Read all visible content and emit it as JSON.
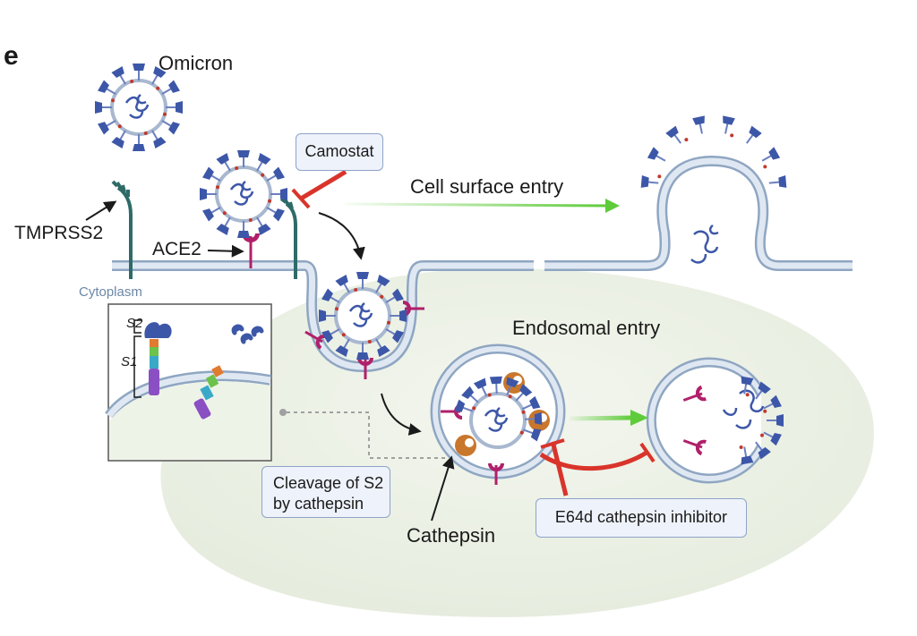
{
  "labels": {
    "panel_letter": "e",
    "omicron": "Omicron",
    "tmprss2": "TMPRSS2",
    "ace2": "ACE2",
    "cytoplasm": "Cytoplasm",
    "cell_surface_entry": "Cell surface entry",
    "endosomal_entry": "Endosomal entry",
    "cathepsin": "Cathepsin",
    "s2": "S2",
    "s1": "S1"
  },
  "boxes": {
    "camostat": "Camostat",
    "cleavage_line1": "Cleavage of S2",
    "cleavage_line2": "by cathepsin",
    "e64d": "E64d cathepsin inhibitor"
  },
  "colors": {
    "membrane": "#c9d6e6",
    "membrane_edge": "#8fa6c2",
    "cytoplasm_fill": "#eef3e8",
    "spike": "#3d57a8",
    "ace2": "#b0206a",
    "tmprss2": "#2e6b68",
    "inhibitor": "#d9342b",
    "entry_arrow": "#5ecb3a",
    "cathepsin": "#c9772c"
  }
}
